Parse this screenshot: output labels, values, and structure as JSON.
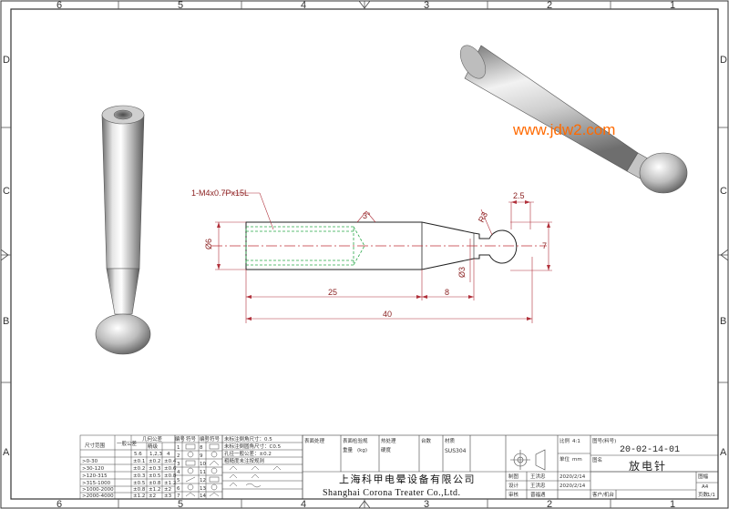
{
  "frame": {
    "columns": [
      "6",
      "5",
      "4",
      "3",
      "2",
      "1"
    ],
    "rows": [
      "D",
      "C",
      "B",
      "A"
    ]
  },
  "watermark": "www.jdw2.com",
  "dimensions": {
    "thread_note": "1-M4x0.7Px15L",
    "dia_body": "Ø6",
    "dia_neck": "Ø3",
    "radius": "R3",
    "ball_width": "2.5",
    "ball_dia": "7",
    "len_body": "25",
    "len_taper": "8",
    "len_total": "40",
    "angle": "3°"
  },
  "tolerance_table": {
    "size_header": "尺寸范围",
    "general_header": "一般公差",
    "geo_header": "几何公差",
    "grade_header": "精级",
    "grade_cols": [
      "5.6",
      "1,2,3",
      "4"
    ],
    "rows": [
      {
        "range": ">0-30",
        "a": "±0.1",
        "b": "±0.2",
        "c": "±0.4"
      },
      {
        "range": ">30-120",
        "a": "±0.2",
        "b": "±0.3",
        "c": "±0.6"
      },
      {
        "range": ">120-315",
        "a": "±0.3",
        "b": "±0.5",
        "c": "±0.8"
      },
      {
        "range": ">315-1000",
        "a": "±0.5",
        "b": "±0.8",
        "c": "±1.2"
      },
      {
        "range": ">1000-2000",
        "a": "±0.8",
        "b": "±1.2",
        "c": "±2"
      },
      {
        "range": ">2000-4000",
        "a": "±1.2",
        "b": "±2",
        "c": "±3"
      }
    ]
  },
  "symbols_table": {
    "header_a": "编号",
    "header_b": "符号",
    "nums_left": [
      "1",
      "2",
      "3",
      "4",
      "5",
      "6",
      "7"
    ],
    "nums_right": [
      "8",
      "9",
      "10",
      "11",
      "12",
      "13",
      "14"
    ]
  },
  "notes": {
    "line1": "未标注倒角尺寸：0.5",
    "line2": "未标注倒圆角尺寸：C0.5",
    "line3": "孔径一般公差：±0.2",
    "line4": "粗糙度未注按规则"
  },
  "title_block": {
    "surface": "表面处理",
    "surface_value": "",
    "surface_check": "表面检验规",
    "heat": "热处理",
    "hardness": "硬度",
    "weight": "重量",
    "weight_unit": "(kg)",
    "qty": "台数",
    "material_label": "材质",
    "material": "SUS304",
    "company_cn": "上海科甲电晕设备有限公司",
    "company_en": "Shanghai Corona Treater Co.,Ltd.",
    "role_draw": "制图",
    "role_design": "设计",
    "role_check": "审核",
    "name_draw": "王洪忠",
    "name_design": "王洪忠",
    "name_check": "晋福遇",
    "date_draw": "2020/2/14",
    "date_design": "2020/2/14",
    "date_check": "",
    "scale_label": "比例",
    "scale": "4:1",
    "unit_label": "单位",
    "unit": "mm",
    "drawing_no_label": "图号(料号)",
    "drawing_no": "20-02-14-01",
    "part_name_label": "图名",
    "part_name": "放电针",
    "sheet_label": "图幅",
    "sheet": "A4",
    "page_label": "页数",
    "page": "1/1",
    "customer_label": "客户/机台",
    "customer": ""
  }
}
